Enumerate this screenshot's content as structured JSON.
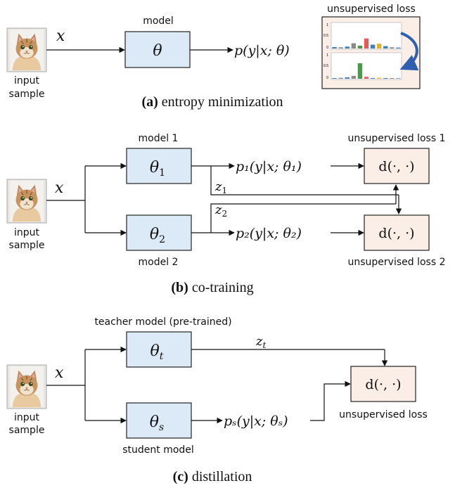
{
  "colors": {
    "model_fill": "#dce9f6",
    "loss_fill": "#fbeee6",
    "curved_arrow": "#2f5fb0",
    "bar_colors": [
      "#4a9a4a",
      "#e25b5b",
      "#3f7fbf",
      "#e0b030",
      "#8a8a8a"
    ]
  },
  "icons": {
    "input_image": "cat-photo-icon",
    "loss_inset": "bar-chart-icon"
  },
  "a": {
    "x_symbol": "x",
    "input_label_line1": "input",
    "input_label_line2": "sample",
    "model_label": "model",
    "theta": "θ",
    "output": "p(y|x; θ)",
    "loss_label": "unsupervised loss",
    "inset_tick_top": "1",
    "inset_tick_mid": "0.5",
    "inset_tick_bottom": "0",
    "caption_letter": "(a)",
    "caption_text": " entropy minimization"
  },
  "b": {
    "x_symbol": "x",
    "input_label_line1": "input",
    "input_label_line2": "sample",
    "model1_label": "model 1",
    "model2_label": "model 2",
    "theta1": "θ",
    "theta1_sub": "1",
    "theta2": "θ",
    "theta2_sub": "2",
    "output1": "p₁(y|x; θ₁)",
    "output2": "p₂(y|x; θ₂)",
    "z1": "z",
    "z1_sub": "1",
    "z2": "z",
    "z2_sub": "2",
    "d1": "d(·, ·)",
    "d2": "d(·, ·)",
    "loss1_label": "unsupervised loss 1",
    "loss2_label": "unsupervised loss 2",
    "caption_letter": "(b)",
    "caption_text": " co-training"
  },
  "c": {
    "x_symbol": "x",
    "input_label_line1": "input",
    "input_label_line2": "sample",
    "teacher_label": "teacher model (pre-trained)",
    "student_label": "student model",
    "theta_t": "θ",
    "theta_t_sub": "t",
    "theta_s": "θ",
    "theta_s_sub": "s",
    "zt": "z",
    "zt_sub": "t",
    "output_s": "pₛ(y|x; θₛ)",
    "d": "d(·, ·)",
    "loss_label": "unsupervised loss",
    "caption_letter": "(c)",
    "caption_text": " distillation"
  },
  "inset_bars": {
    "top": [
      0.06,
      0.05,
      0.08,
      0.22,
      0.12,
      0.42,
      0.16,
      0.2,
      0.1,
      0.05,
      0.04
    ],
    "bottom": [
      0.03,
      0.04,
      0.06,
      0.12,
      0.65,
      0.08,
      0.03,
      0.04,
      0.03,
      0.03,
      0.02
    ]
  }
}
